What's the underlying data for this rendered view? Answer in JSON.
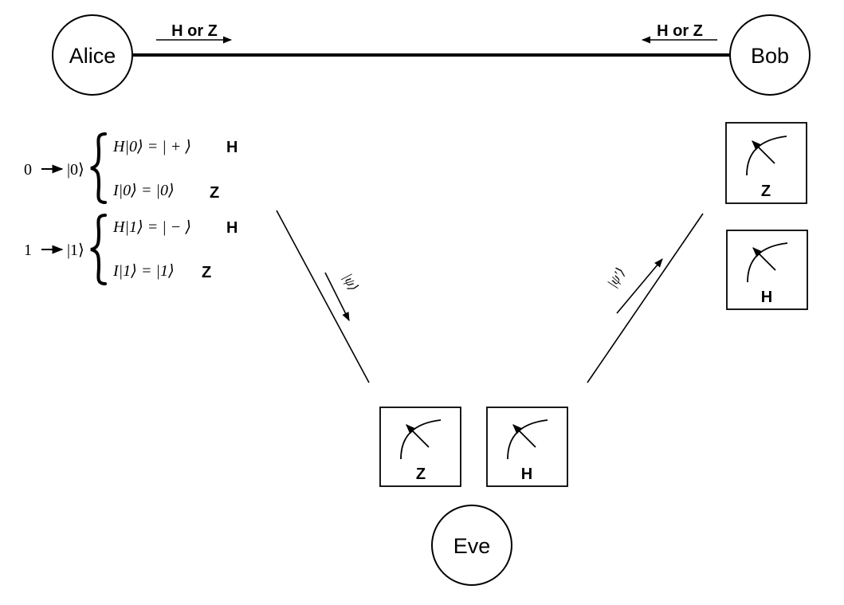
{
  "parties": {
    "alice": "Alice",
    "bob": "Bob",
    "eve": "Eve"
  },
  "channel": {
    "alice_label": "H or Z",
    "bob_label": "H or Z"
  },
  "encoding": {
    "bit0": {
      "bit": "0",
      "state": "|0⟩",
      "h_expr": "H|0⟩ = | + ⟩",
      "h_basis": "H",
      "i_expr": "I|0⟩ = |0⟩",
      "i_basis": "Z"
    },
    "bit1": {
      "bit": "1",
      "state": "|1⟩",
      "h_expr": "H|1⟩ = | − ⟩",
      "h_basis": "H",
      "i_expr": "I|1⟩ = |1⟩",
      "i_basis": "Z"
    }
  },
  "states": {
    "to_eve": "|ψ⟩",
    "to_bob": "|ψ′⟩"
  },
  "meters": {
    "bob_top": "Z",
    "bob_bottom": "H",
    "eve_left": "Z",
    "eve_right": "H"
  },
  "icons": {
    "meter": "measurement-meter-icon",
    "arrow": "arrow-icon",
    "brace": "curly-brace-icon"
  }
}
